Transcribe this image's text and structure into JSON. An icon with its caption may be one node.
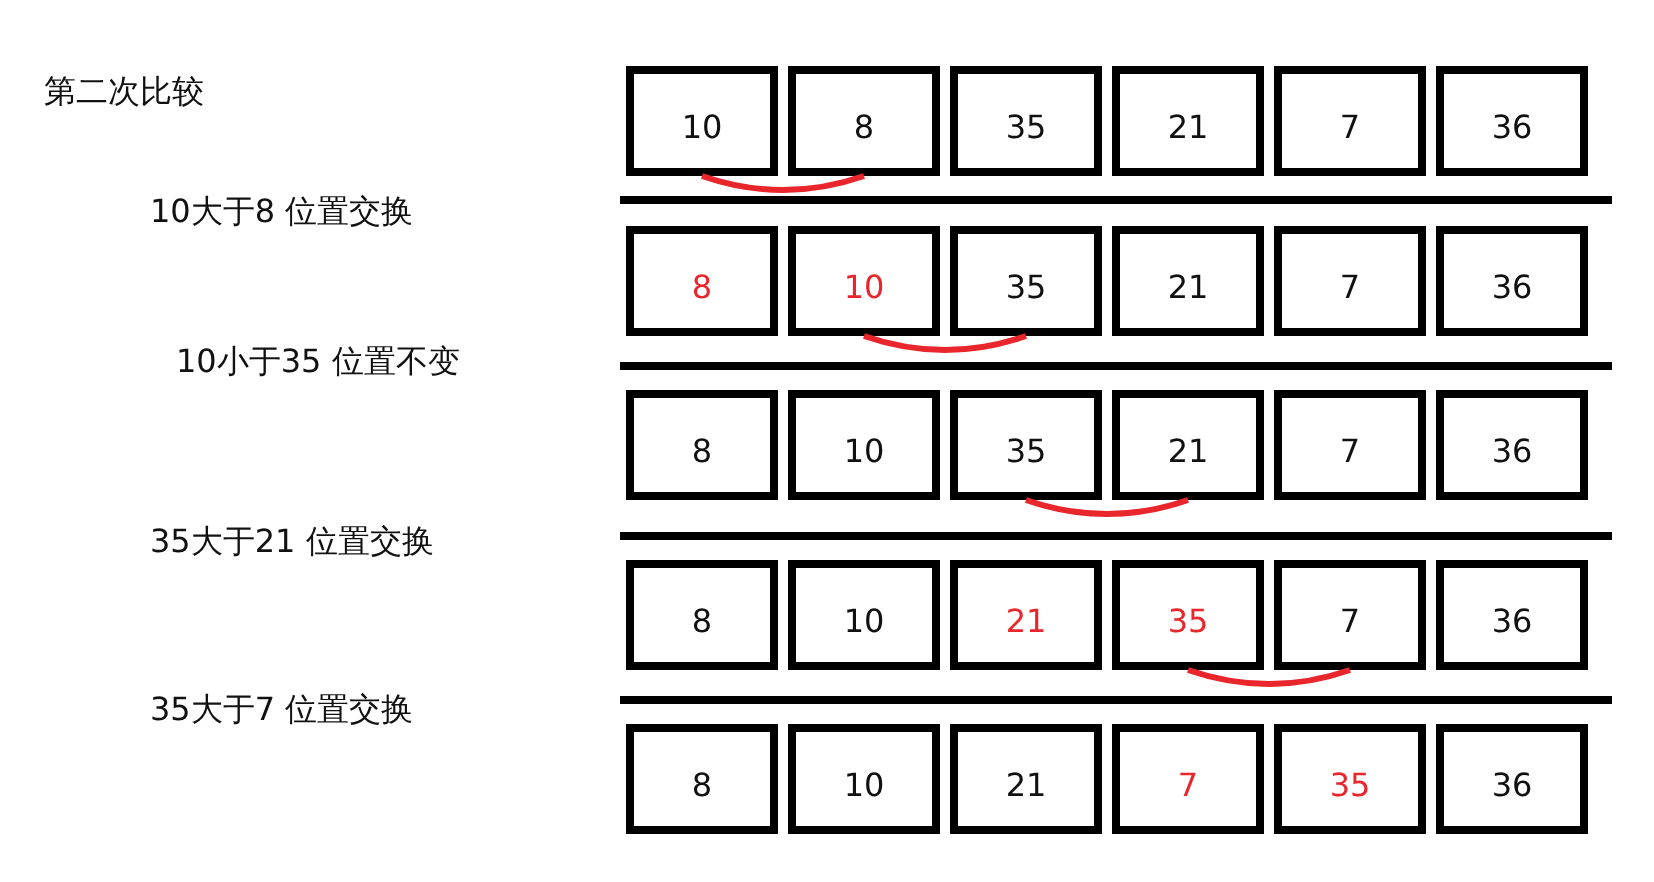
{
  "diagram": {
    "title": "第二次比较",
    "nodes": [
      {
        "text": [
          "10"
        ]
      },
      {
        "text": [
          "8"
        ]
      },
      {
        "text": [
          "35"
        ]
      },
      {
        "text": [
          "21"
        ]
      },
      {
        "text": [
          "7"
        ]
      },
      {
        "text": [
          "36"
        ]
      },
      {
        "text": [
          "8"
        ]
      },
      {
        "text": [
          "10"
        ]
      },
      {
        "text": [
          "35"
        ]
      },
      {
        "text": [
          "21"
        ]
      },
      {
        "text": [
          "7"
        ]
      },
      {
        "text": [
          "36"
        ]
      },
      {
        "text": [
          "8"
        ]
      },
      {
        "text": [
          "10"
        ]
      },
      {
        "text": [
          "35"
        ]
      },
      {
        "text": [
          "21"
        ]
      },
      {
        "text": [
          "7"
        ]
      },
      {
        "text": [
          "36"
        ]
      },
      {
        "text": [
          "8"
        ]
      },
      {
        "text": [
          "10"
        ]
      },
      {
        "text": [
          "21"
        ]
      },
      {
        "text": [
          "35"
        ]
      },
      {
        "text": [
          "7"
        ]
      },
      {
        "text": [
          "36"
        ]
      },
      {
        "text": [
          "8"
        ]
      },
      {
        "text": [
          "10"
        ]
      },
      {
        "text": [
          "21"
        ]
      },
      {
        "text": [
          "7"
        ]
      },
      {
        "text": [
          "35"
        ]
      },
      {
        "text": [
          "36"
        ]
      }
    ],
    "edges": [
      {
        "from": 0,
        "to": 1,
        "arrow": "none"
      },
      {
        "from": 7,
        "to": 8,
        "arrow": "none"
      },
      {
        "from": 14,
        "to": 15,
        "arrow": "none"
      },
      {
        "from": 21,
        "to": 22,
        "arrow": "none"
      }
    ],
    "labels": [
      "10大于8 位置交换",
      "10小于35 位置不变",
      "35大于21 位置交换",
      "35大于7 位置交换"
    ]
  }
}
